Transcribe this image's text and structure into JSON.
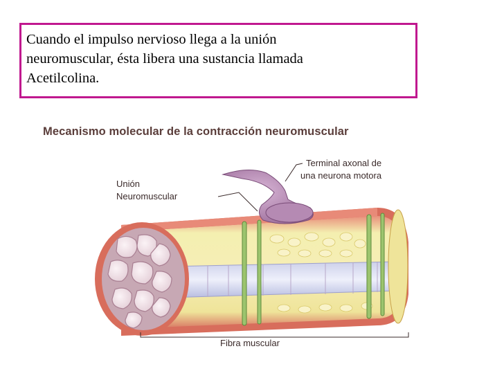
{
  "callout": {
    "lines": [
      "Cuando el impulso nervioso llega a la unión",
      "neuromuscular, ésta libera una sustancia llamada",
      "Acetilcolina."
    ]
  },
  "diagram": {
    "title": "Mecanismo molecular de la contracción neuromuscular",
    "labels": {
      "terminal_line1": "Terminal axonal de",
      "terminal_line2": "una neurona motora",
      "union_line1": "Unión",
      "union_line2": "Neuromuscular",
      "fiber": "Fibra muscular"
    }
  },
  "colors": {
    "callout_border": "#c0188f",
    "neuron": "#b48ab0",
    "fiber_outer": "#e07a6a",
    "myofibril": "#f2e8a0",
    "ttubule": "#8fb86a"
  }
}
